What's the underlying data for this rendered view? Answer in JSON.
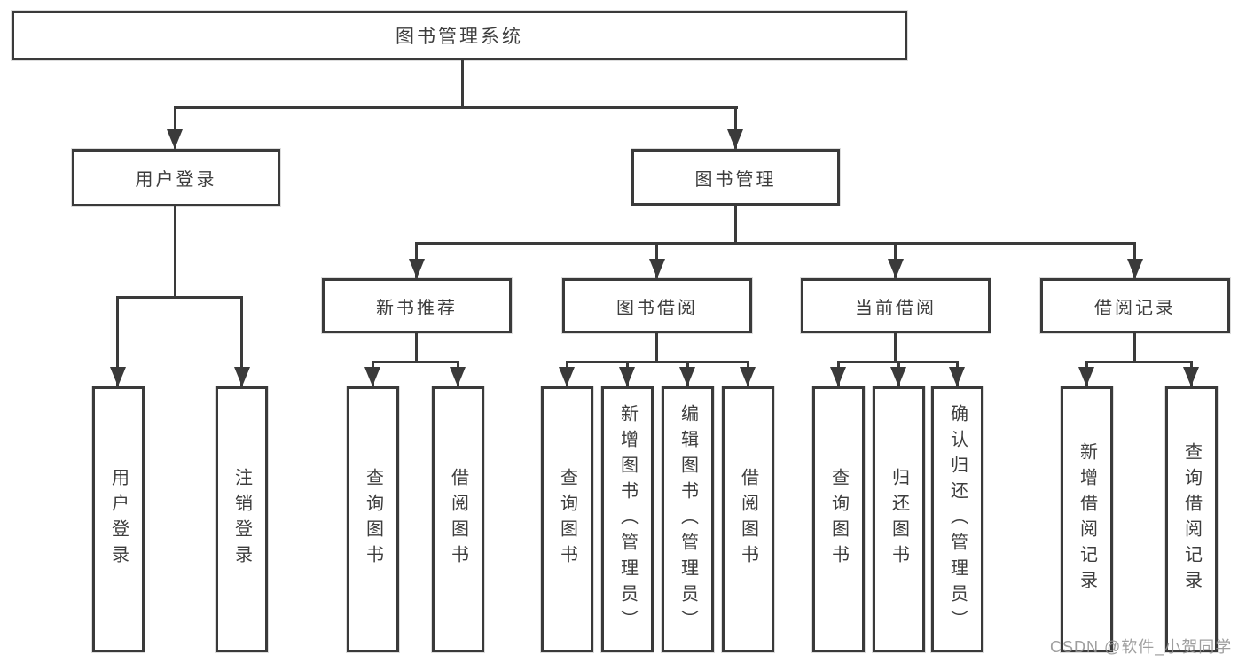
{
  "root": {
    "label": "图书管理系统"
  },
  "user_login": {
    "label": "用户登录",
    "children": [
      {
        "label": "用户登录"
      },
      {
        "label": "注销登录"
      }
    ]
  },
  "book_mgmt": {
    "label": "图书管理",
    "sections": [
      {
        "label": "新书推荐",
        "children": [
          {
            "label": "查询图书"
          },
          {
            "label": "借阅图书"
          }
        ]
      },
      {
        "label": "图书借阅",
        "children": [
          {
            "label": "查询图书"
          },
          {
            "label": "新增图书（管理员）"
          },
          {
            "label": "编辑图书（管理员）"
          },
          {
            "label": "借阅图书"
          }
        ]
      },
      {
        "label": "当前借阅",
        "children": [
          {
            "label": "查询图书"
          },
          {
            "label": "归还图书"
          },
          {
            "label": "确认归还（管理员）"
          }
        ]
      },
      {
        "label": "借阅记录",
        "children": [
          {
            "label": "新增借阅记录"
          },
          {
            "label": "查询借阅记录"
          }
        ]
      }
    ]
  },
  "watermark": "CSDN @软件_小贺同学",
  "colors": {
    "line": "#3a3a3a",
    "text": "#3d3d3d",
    "watermark": "#919191",
    "background": "#ffffff"
  }
}
